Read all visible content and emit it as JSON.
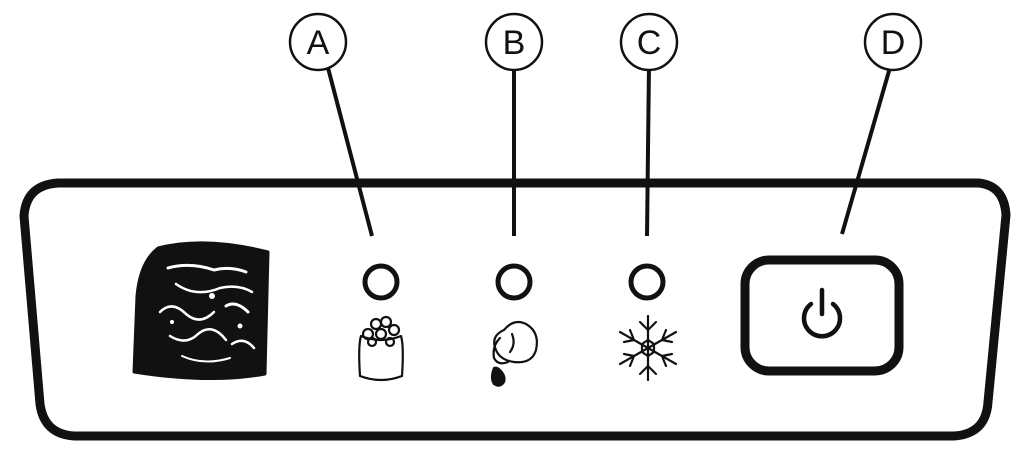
{
  "callouts": [
    {
      "id": "A",
      "label": "A",
      "target": "ice-full-indicator"
    },
    {
      "id": "B",
      "label": "B",
      "target": "add-water-indicator"
    },
    {
      "id": "C",
      "label": "C",
      "target": "ice-making-indicator"
    },
    {
      "id": "D",
      "label": "D",
      "target": "power-button"
    }
  ],
  "icons": {
    "logo": "ice-cube-logo-icon",
    "a": "ice-basket-icon",
    "b": "water-drop-icon",
    "c": "snowflake-icon",
    "d": "power-icon"
  },
  "colors": {
    "ink": "#111111",
    "panel_fill": "#ffffff",
    "background": "#ffffff"
  }
}
